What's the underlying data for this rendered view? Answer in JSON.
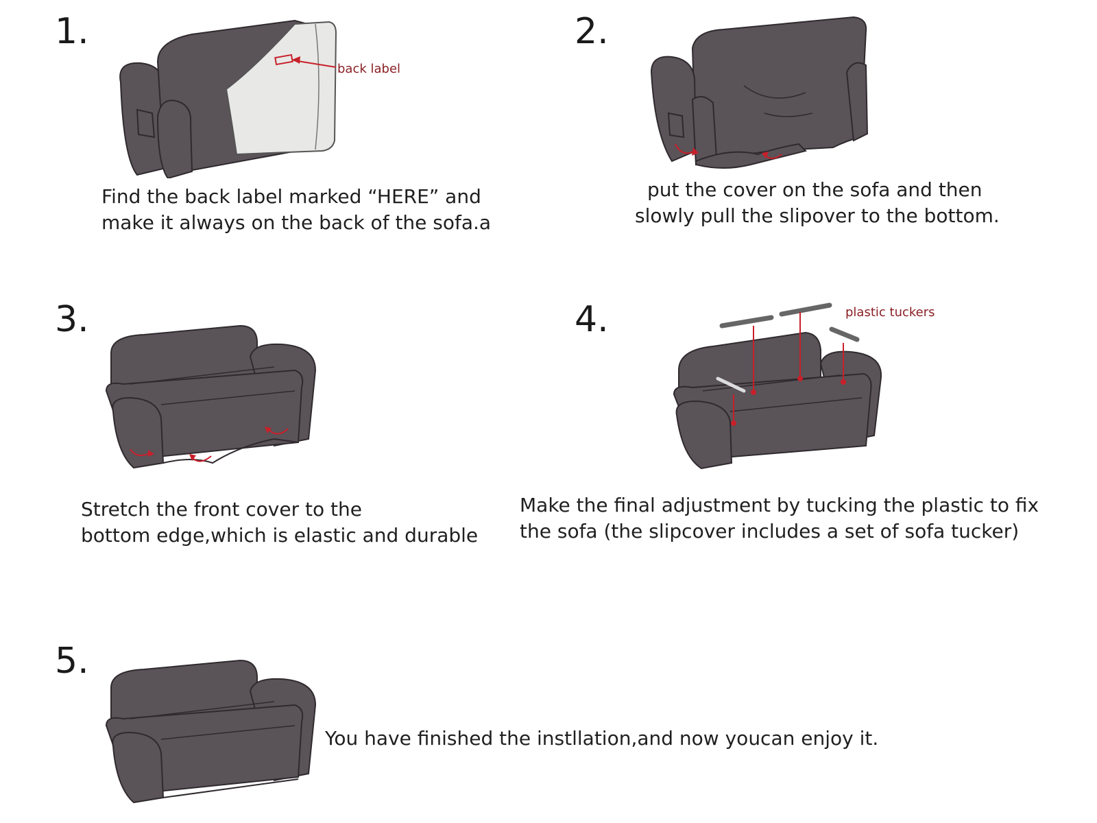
{
  "steps": [
    {
      "number": "1.",
      "lines": [
        "Find the back label marked  “HERE”  and",
        "make it always on the back of the sofa.a"
      ],
      "callout": "back label"
    },
    {
      "number": "2.",
      "lines": [
        "put the cover on the sofa and then",
        "slowly pull the slipover to the bottom."
      ]
    },
    {
      "number": "3.",
      "lines": [
        "Stretch the front cover to the",
        "bottom edge,which is elastic and durable"
      ]
    },
    {
      "number": "4.",
      "lines": [
        "Make the final adjustment by tucking the plastic to fix",
        "the sofa  (the slipcover includes a set of sofa tucker)"
      ],
      "callout": "plastic tuckers"
    },
    {
      "number": "5.",
      "lines": [
        "You have finished the instllation,and now youcan enjoy it."
      ]
    }
  ],
  "colors": {
    "sofa": "#5a5358",
    "sofa_stroke": "#2f2a2e",
    "accent": "#c8202a",
    "label_text": "#8a1f24"
  },
  "icons": [
    "sofa-back-label-icon",
    "sofa-cover-pull-icon",
    "sofa-stretch-icon",
    "sofa-tucker-icon",
    "sofa-finished-icon"
  ]
}
